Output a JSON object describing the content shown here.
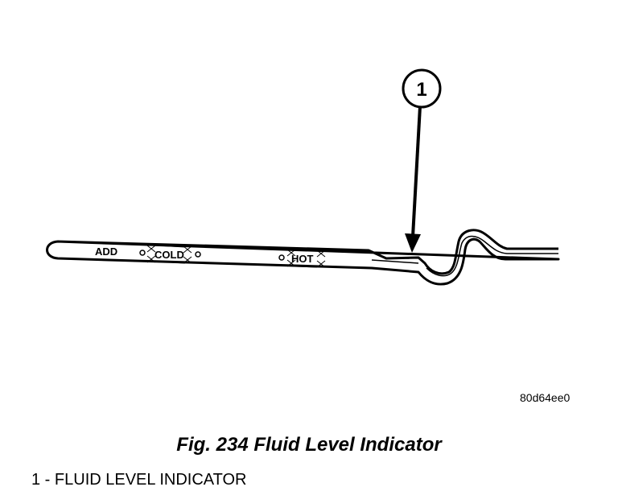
{
  "figure": {
    "markings": {
      "add": "ADD",
      "cold": "COLD",
      "hot": "HOT"
    },
    "callout": "1",
    "image_code": "80d64ee0"
  },
  "caption": {
    "title": "Fig. 234 Fluid Level Indicator"
  },
  "legend": [
    {
      "number": "1",
      "separator": " - ",
      "text": "FLUID LEVEL INDICATOR"
    }
  ]
}
